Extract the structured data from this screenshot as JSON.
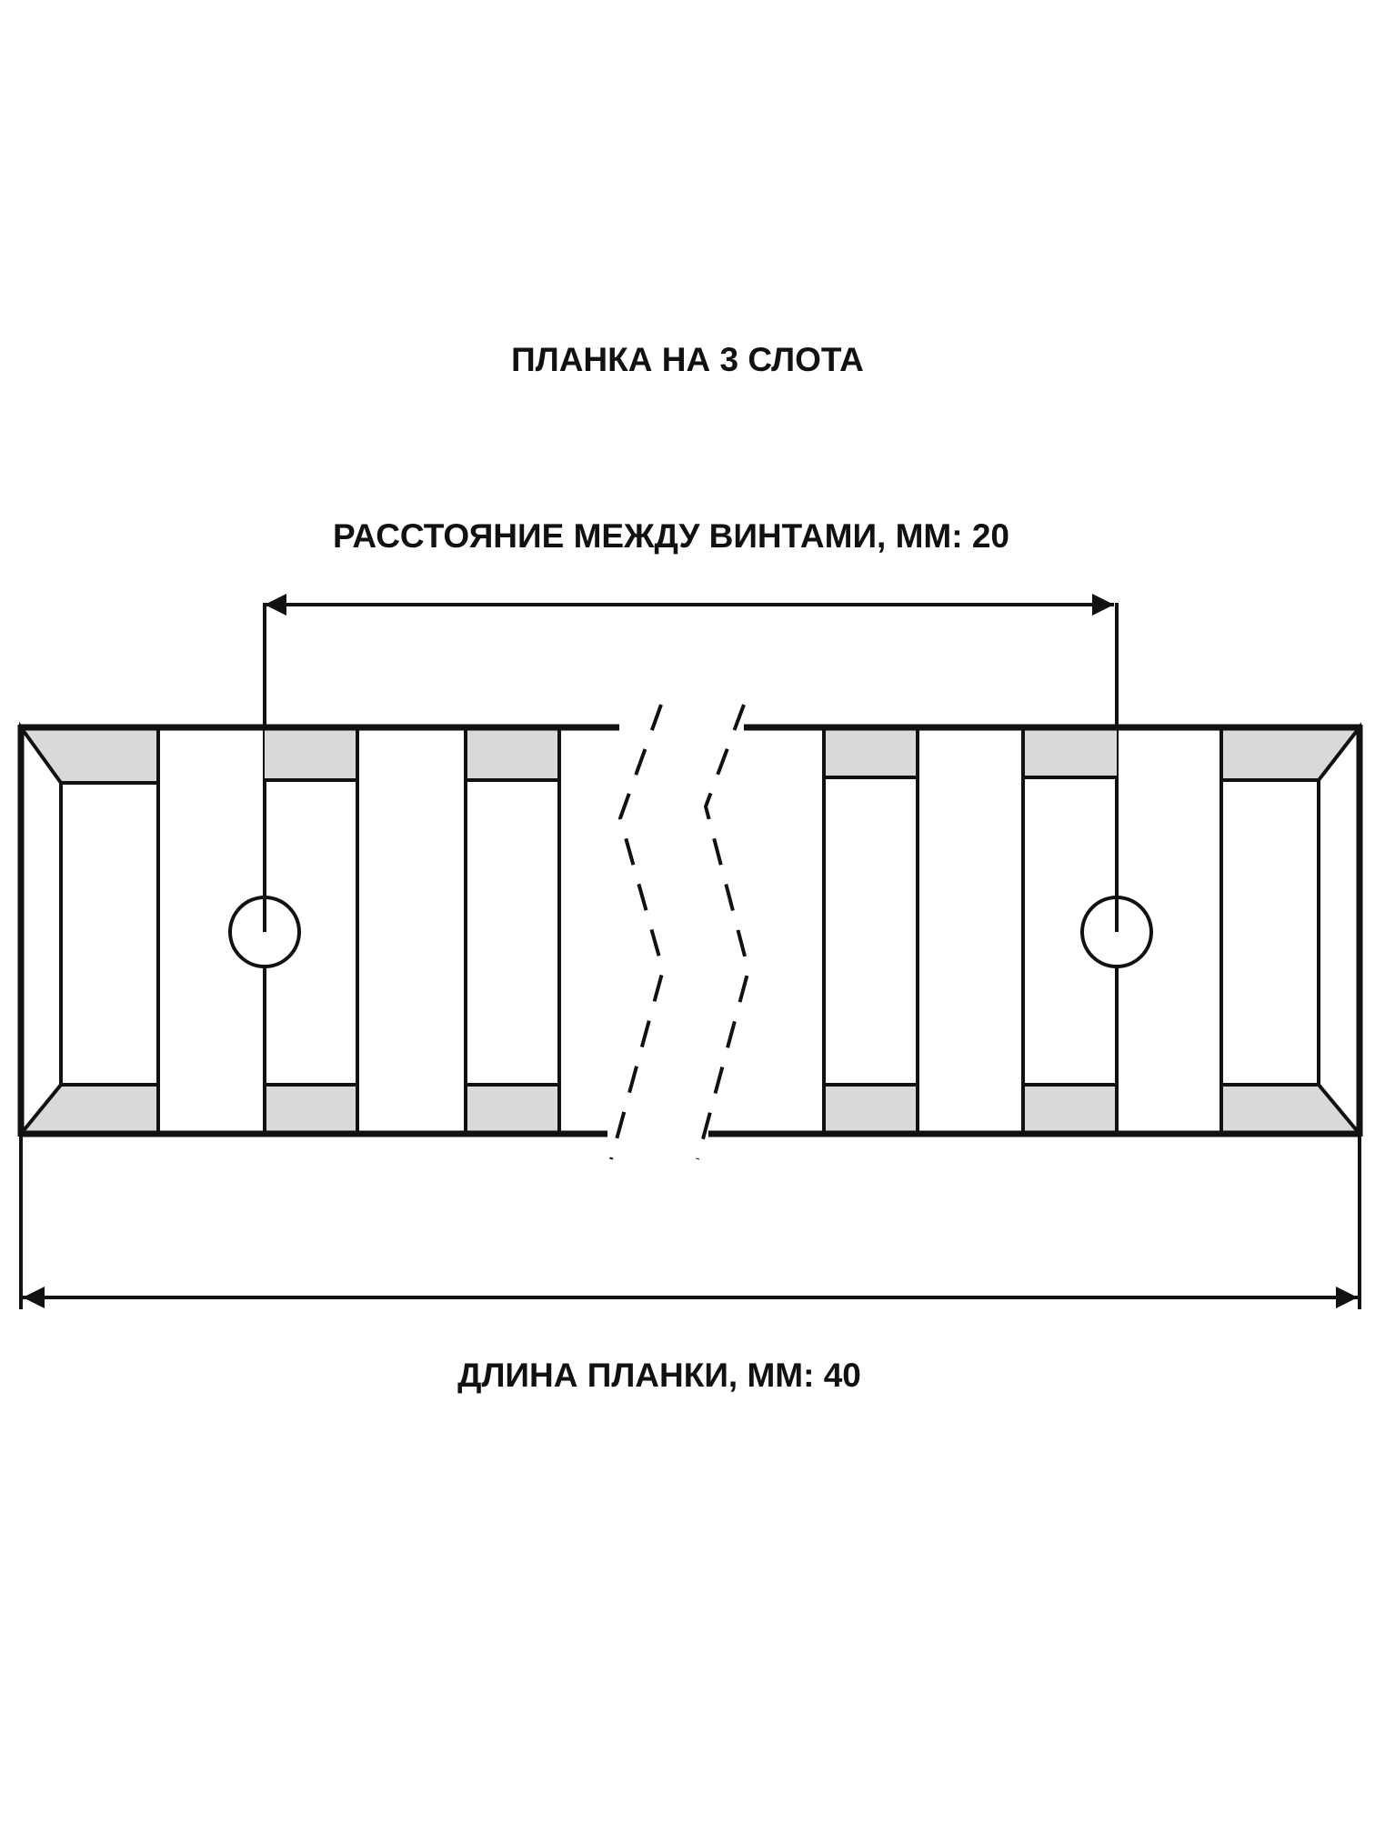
{
  "title": "ПЛАНКА НА 3 СЛОТА",
  "screw_distance_label": "РАССТОЯНИЕ МЕЖДУ ВИНТАМИ, ММ: 20",
  "length_label": "ДЛИНА ПЛАНКИ, ММ: 40",
  "colors": {
    "line": "#111111",
    "slot_gray": "#d9d9d9",
    "end_dark": "#746c6c",
    "background": "#ffffff"
  }
}
